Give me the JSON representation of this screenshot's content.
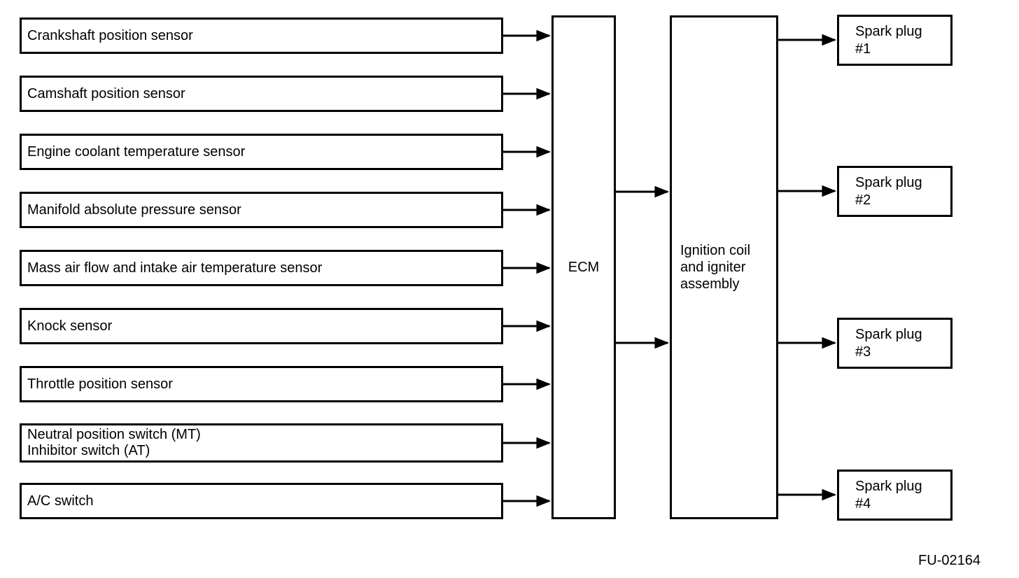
{
  "figure": {
    "code": "FU-02164"
  },
  "sensors": [
    {
      "label": "Crankshaft position sensor"
    },
    {
      "label": "Camshaft position sensor"
    },
    {
      "label": "Engine coolant temperature sensor"
    },
    {
      "label": "Manifold absolute pressure sensor"
    },
    {
      "label": "Mass air flow and intake air temperature sensor"
    },
    {
      "label": "Knock sensor"
    },
    {
      "label": "Throttle position sensor"
    },
    {
      "label": "Neutral position switch (MT)",
      "label2": "Inhibitor switch (AT)"
    },
    {
      "label": "A/C switch"
    }
  ],
  "ecm": {
    "label": "ECM"
  },
  "ignition": {
    "line1": "Ignition coil",
    "line2": "and igniter",
    "line3": "assembly"
  },
  "spark_plugs": [
    {
      "line1": "Spark plug",
      "line2": "#1"
    },
    {
      "line1": "Spark plug",
      "line2": "#2"
    },
    {
      "line1": "Spark plug",
      "line2": "#3"
    },
    {
      "line1": "Spark plug",
      "line2": "#4"
    }
  ],
  "colors": {
    "line": "#000000",
    "background": "#ffffff"
  }
}
